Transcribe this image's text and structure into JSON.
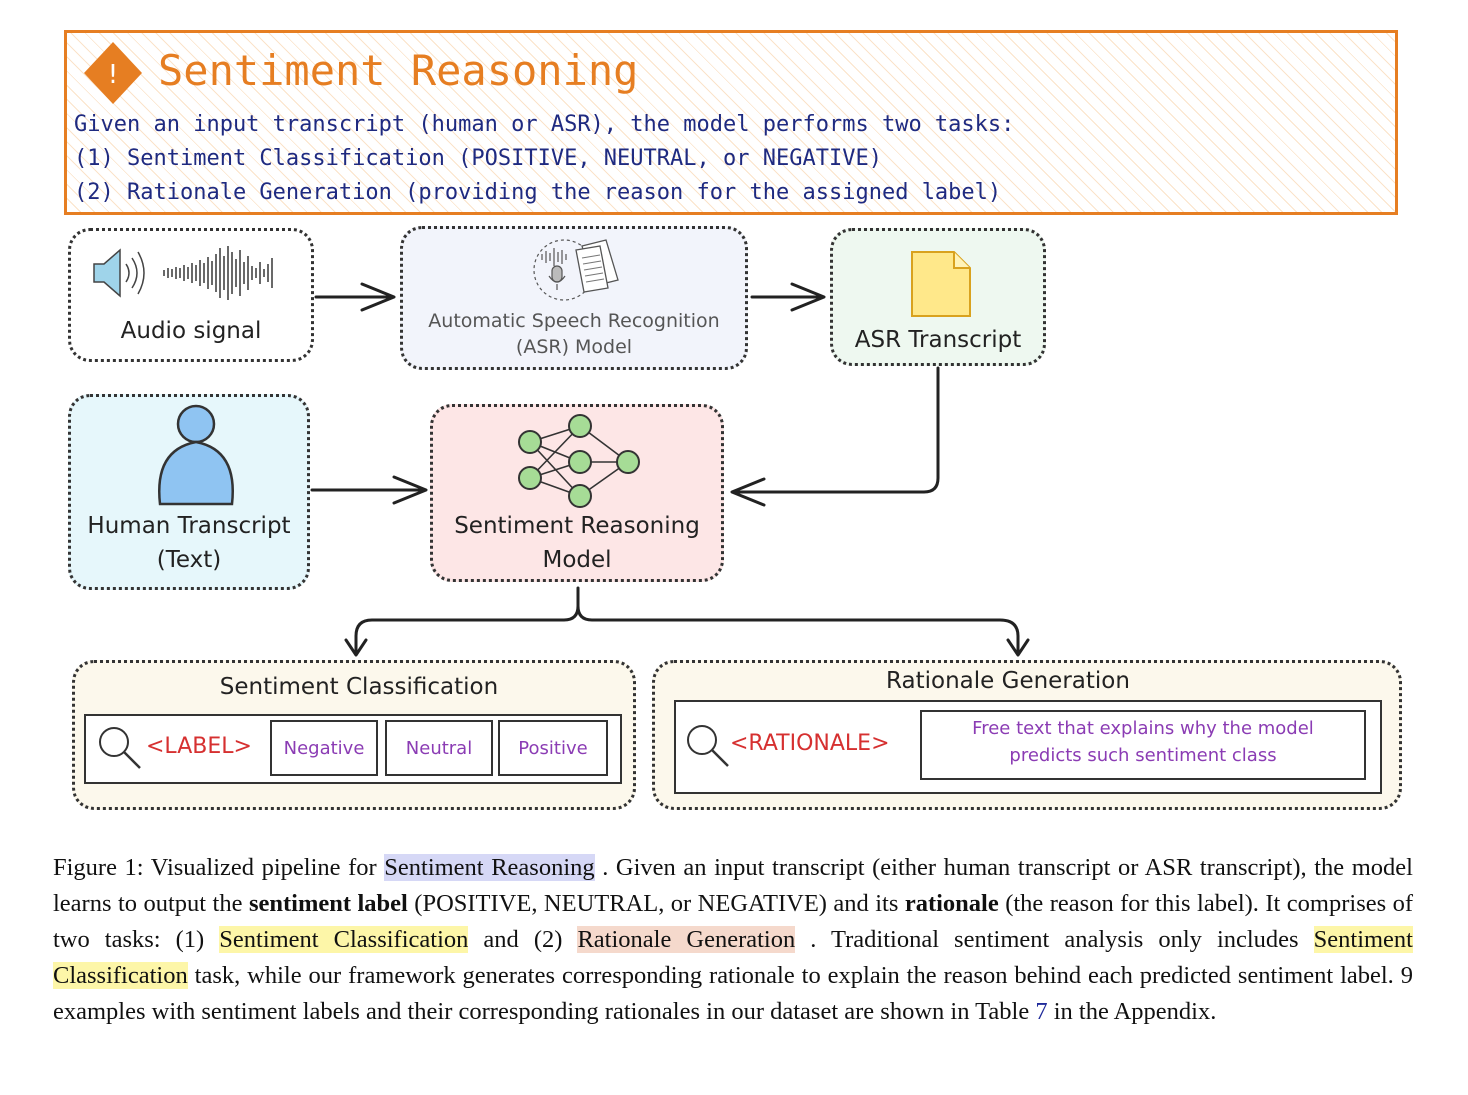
{
  "header": {
    "title": "Sentiment Reasoning",
    "lines": [
      "Given an input transcript (human or ASR), the model performs two tasks:",
      "(1) Sentiment Classification (POSITIVE, NEUTRAL, or NEGATIVE)",
      "(2) Rationale Generation (providing the reason for the assigned label)"
    ]
  },
  "diagram": {
    "audio_label": "Audio signal",
    "asr_model_line1": "Automatic Speech Recognition",
    "asr_model_line2": "(ASR) Model",
    "asr_transcript_label": "ASR Transcript",
    "human_line1": "Human Transcript",
    "human_line2": "(Text)",
    "model_line1": "Sentiment Reasoning",
    "model_line2": "Model",
    "classification": {
      "title": "Sentiment Classification",
      "tag": "<LABEL>",
      "options": [
        "Negative",
        "Neutral",
        "Positive"
      ]
    },
    "rationale": {
      "title": "Rationale Generation",
      "tag": "<RATIONALE>",
      "text_line1": "Free text that explains why the model",
      "text_line2": "predicts such sentiment class"
    }
  },
  "caption": {
    "s1": "Figure 1: Visualized pipeline for ",
    "h1": "Sentiment Reasoning",
    "s2": " . Given an input transcript (either human transcript or ASR transcript), the model learns to output the ",
    "b1": "sentiment label",
    "s3": " (POSITIVE, NEUTRAL, or NEGATIVE) and its ",
    "b2": "rationale",
    "s4": " (the reason for this label). It comprises of two tasks: (1) ",
    "h2": "Sentiment Classification",
    "s5": " and (2) ",
    "h3": "Rationale Generation",
    "s6": " . Traditional sentiment analysis only includes ",
    "h4": "Sentiment Classification",
    "s7": " task, while our framework generates corresponding rationale to explain the reason behind each predicted sentiment label. 9 examples with sentiment labels and their corresponding rationales in our dataset are shown in Table ",
    "ref": "7",
    "s8": " in the Appendix."
  }
}
